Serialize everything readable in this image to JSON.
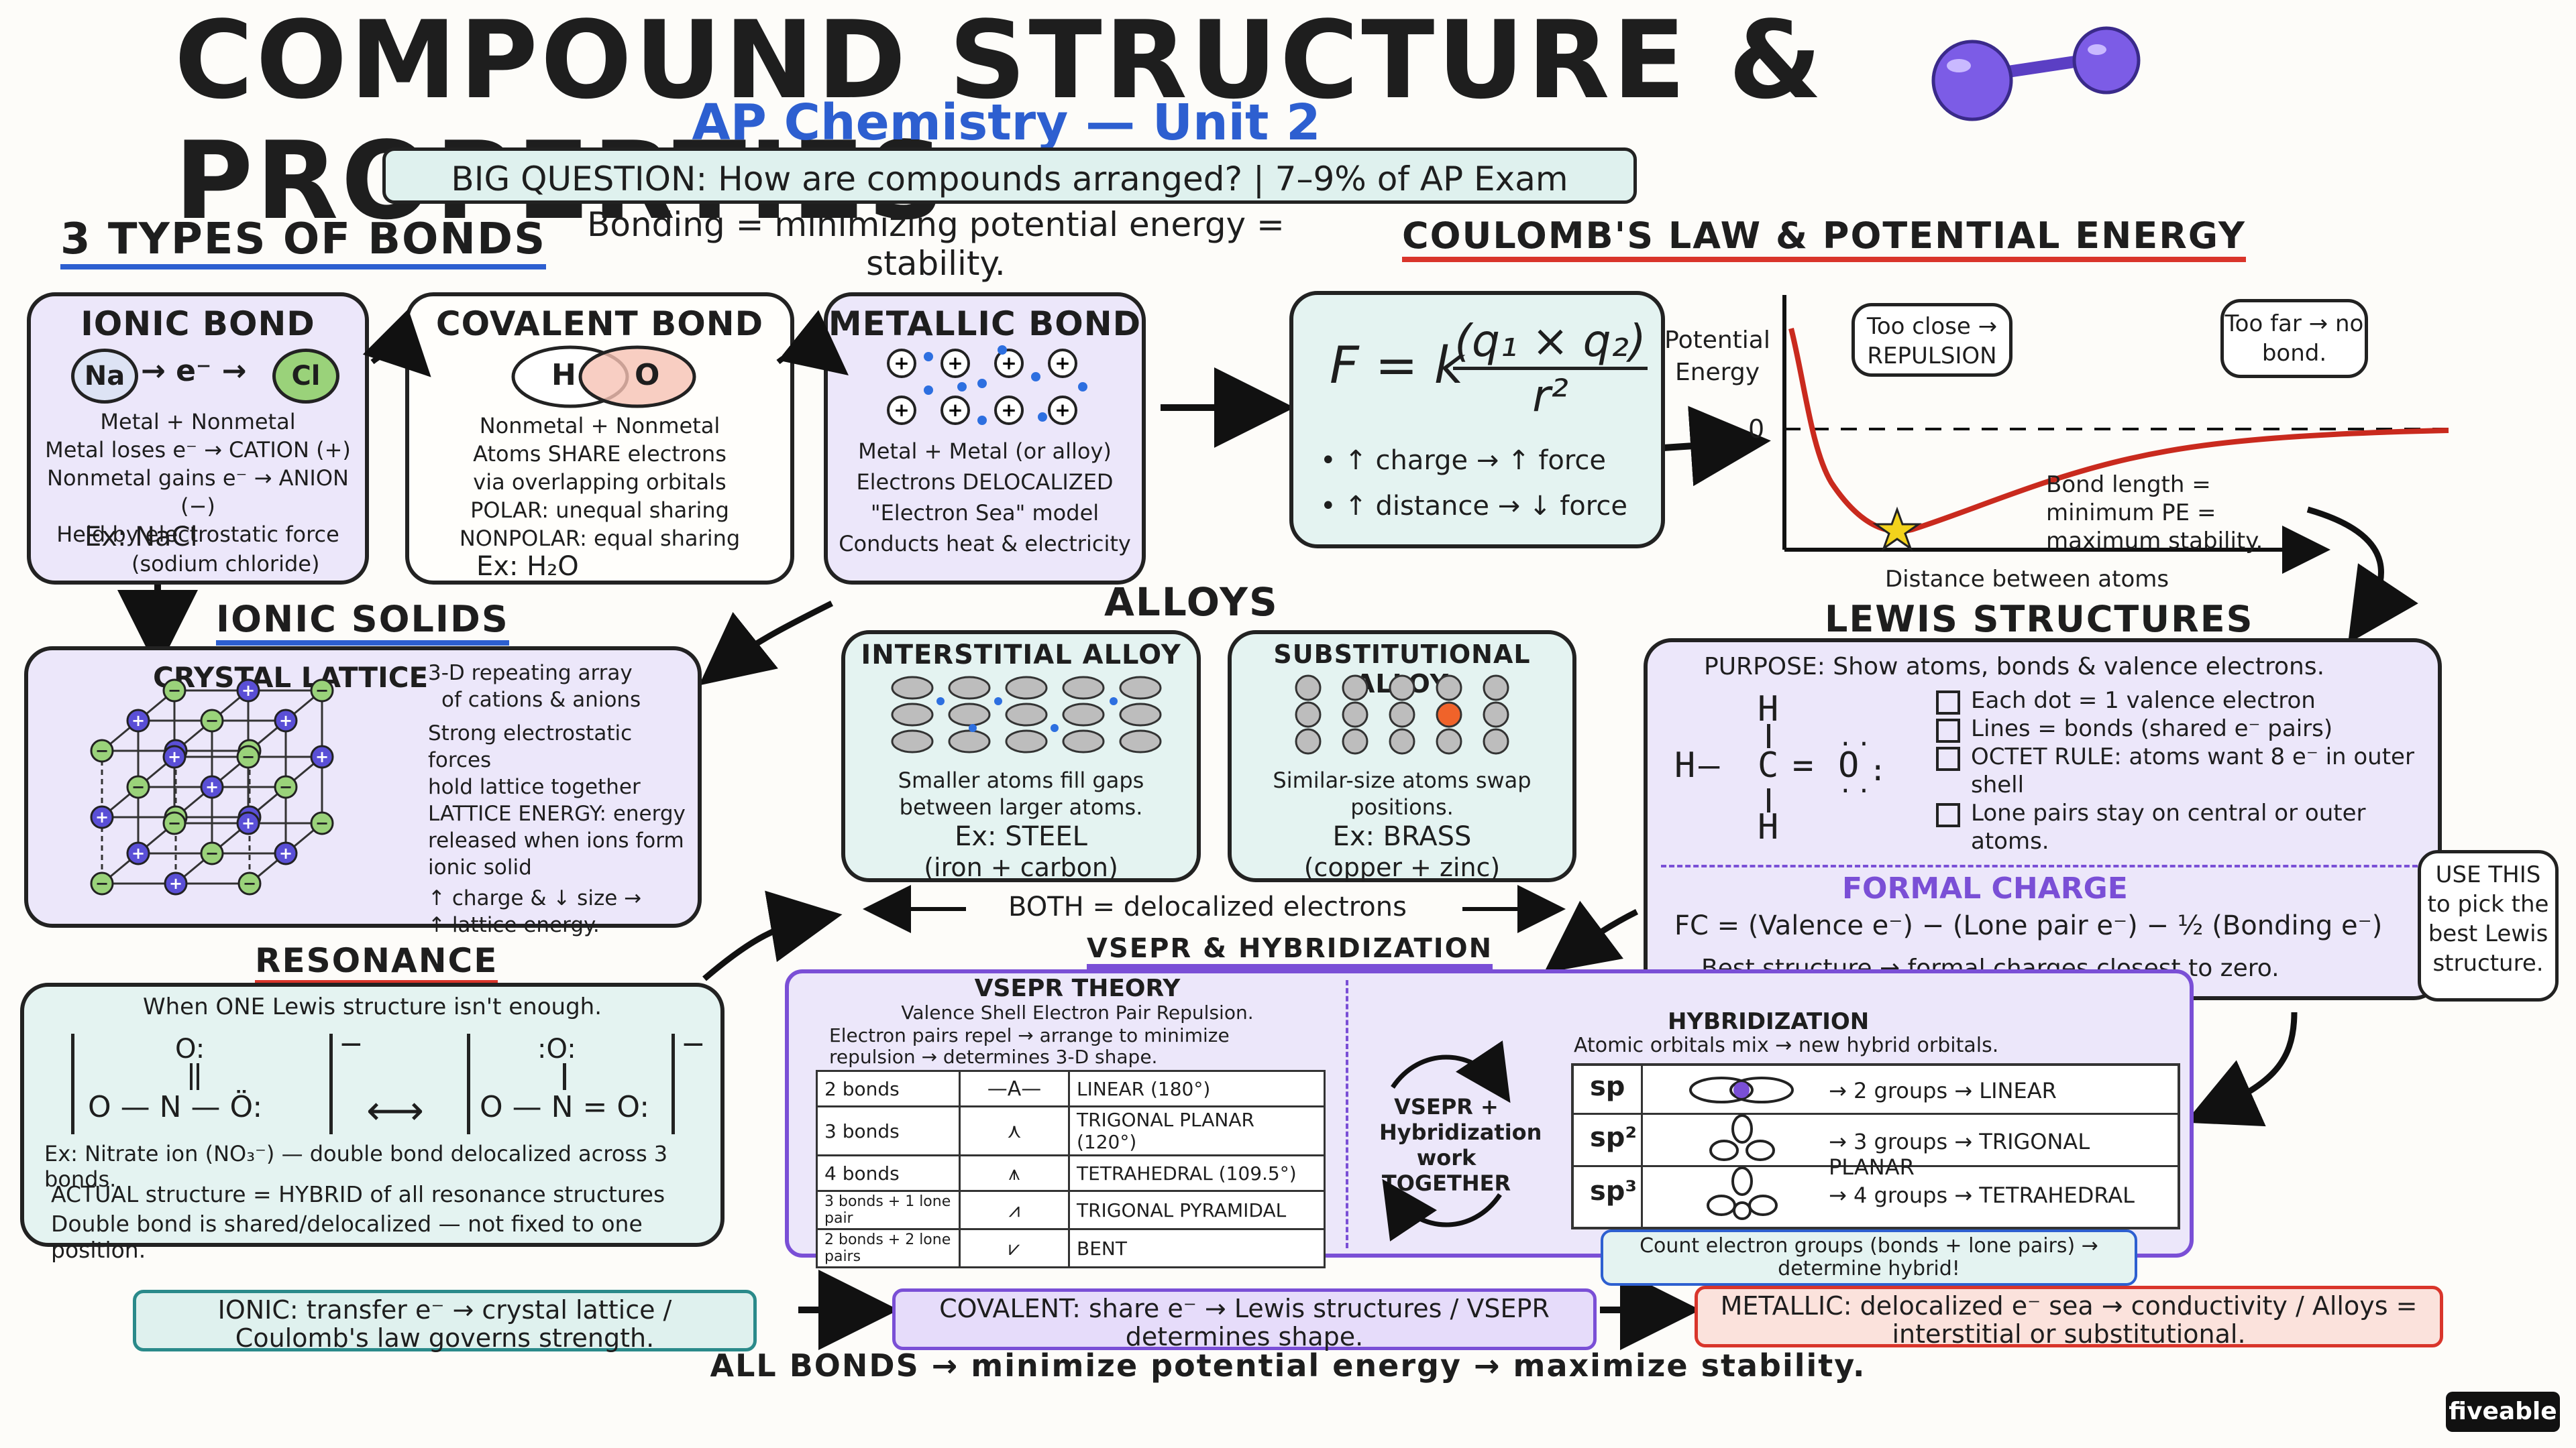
{
  "header": {
    "title": "COMPOUND STRUCTURE & PROPERTIES",
    "subtitle": "AP Chemistry — Unit 2",
    "big_question": "BIG QUESTION: How are compounds arranged?  |  7–9% of AP Exam",
    "tagline": "Bonding = minimizing potential energy = stability."
  },
  "bonds": {
    "heading": "3 TYPES OF BONDS",
    "ionic": {
      "title": "IONIC BOND",
      "atom1": "Na",
      "arrow": "→ e⁻ →",
      "atom2": "Cl",
      "lines": [
        "Metal + Nonmetal",
        "Metal loses e⁻ → CATION (+)",
        "Nonmetal gains e⁻ → ANION (−)",
        "Held by electrostatic force"
      ],
      "example": "Ex: NaCl",
      "example_note": "(sodium chloride)"
    },
    "covalent": {
      "title": "COVALENT BOND",
      "atom1": "H",
      "atom2": "O",
      "lines": [
        "Nonmetal + Nonmetal",
        "Atoms SHARE electrons",
        "via overlapping orbitals",
        "POLAR: unequal sharing",
        "NONPOLAR: equal sharing"
      ],
      "example": "Ex: H₂O"
    },
    "metallic": {
      "title": "METALLIC BOND",
      "lines": [
        "Metal + Metal (or alloy)",
        "Electrons DELOCALIZED",
        "\"Electron Sea\" model",
        "Conducts heat & electricity"
      ]
    }
  },
  "coulomb": {
    "heading": "COULOMB'S LAW & POTENTIAL ENERGY",
    "formula_lhs": "F = k",
    "formula_num": "(q₁ × q₂)",
    "formula_den": "r²",
    "bullets": [
      "• ↑ charge → ↑ force",
      "• ↑ distance → ↓ force"
    ],
    "ylabel": "Potential Energy",
    "zero": "0",
    "xlabel": "Distance between atoms",
    "bubble_close": "Too close → REPULSION",
    "bubble_far": "Too far → no bond.",
    "bond_length": "Bond length = minimum PE = maximum stability."
  },
  "ionic_solids": {
    "heading": "IONIC SOLIDS",
    "title": "CRYSTAL LATTICE",
    "lines": [
      "3-D repeating array",
      "of cations & anions",
      "Strong electrostatic forces",
      "hold lattice together",
      "LATTICE ENERGY: energy",
      "released when ions form",
      "ionic solid",
      "↑ charge & ↓ size →",
      "↑ lattice energy."
    ]
  },
  "alloys": {
    "heading": "ALLOYS",
    "interstitial": {
      "title": "INTERSTITIAL ALLOY",
      "lines": [
        "Smaller atoms fill gaps",
        "between larger atoms."
      ],
      "example": "Ex: STEEL",
      "example_note": "(iron + carbon)"
    },
    "substitutional": {
      "title": "SUBSTITUTIONAL ALLOY",
      "lines": [
        "Similar-size atoms swap",
        "positions."
      ],
      "example": "Ex: BRASS",
      "example_note": "(copper + zinc)"
    },
    "both": "BOTH = delocalized electrons"
  },
  "lewis": {
    "heading": "LEWIS STRUCTURES",
    "purpose": "PURPOSE: Show atoms, bonds & valence electrons.",
    "checks": [
      "Each dot = 1 valence electron",
      "Lines = bonds (shared e⁻ pairs)",
      "OCTET RULE: atoms want 8 e⁻ in outer shell",
      "Lone pairs stay on central or outer atoms."
    ],
    "molecule": {
      "h": "H",
      "c": "C",
      "o": "O",
      "bond_single": "—",
      "bond_double": "="
    },
    "fc_title": "FORMAL CHARGE",
    "fc_formula": "FC = (Valence e⁻) − (Lone pair e⁻) − ½ (Bonding e⁻)",
    "fc_note": "Best structure → formal charges closest to zero.",
    "use_this": "USE THIS to pick the best Lewis structure."
  },
  "resonance": {
    "heading": "RESONANCE",
    "intro": "When ONE Lewis structure isn't enough.",
    "s1_top": "O:",
    "s1_main": "O — N — Ö:",
    "s2_top": ":O:",
    "s2_main": "O — N = O:",
    "charge": "−",
    "ex": "Ex: Nitrate ion (NO₃⁻) — double bond delocalized across 3 bonds.",
    "actual": "ACTUAL structure = HYBRID of all resonance structures",
    "shared": "Double bond is shared/delocalized — not fixed to one position."
  },
  "vsepr": {
    "heading": "VSEPR & HYBRIDIZATION",
    "title": "VSEPR THEORY",
    "subtitle": "Valence Shell Electron Pair Repulsion.",
    "desc1": "Electron pairs repel → arrange to minimize",
    "desc2": "repulsion → determines 3-D shape.",
    "rows": [
      {
        "groups": "2 bonds",
        "shape": "LINEAR (180°)"
      },
      {
        "groups": "3 bonds",
        "shape": "TRIGONAL PLANAR (120°)"
      },
      {
        "groups": "4 bonds",
        "shape": "TETRAHEDRAL (109.5°)"
      },
      {
        "groups": "3 bonds + 1 lone pair",
        "shape": "TRIGONAL PYRAMIDAL"
      },
      {
        "groups": "2 bonds + 2 lone pairs",
        "shape": "BENT"
      }
    ],
    "together": "VSEPR + Hybridization work TOGETHER"
  },
  "hybrid": {
    "title": "HYBRIDIZATION",
    "desc": "Atomic orbitals mix → new hybrid orbitals.",
    "rows": [
      {
        "label": "sp",
        "result": "→ 2 groups → LINEAR"
      },
      {
        "label": "sp²",
        "result": "→ 3 groups → TRIGONAL PLANAR"
      },
      {
        "label": "sp³",
        "result": "→ 4 groups → TETRAHEDRAL"
      }
    ],
    "count": "Count electron groups (bonds + lone pairs) → determine hybrid!"
  },
  "summary": {
    "ionic": "IONIC: transfer e⁻ → crystal lattice / Coulomb's law governs strength.",
    "covalent": "COVALENT: share e⁻ → Lewis structures / VSEPR determines shape.",
    "metallic": "METALLIC: delocalized e⁻ sea → conductivity / Alloys = interstitial or substitutional.",
    "final": "ALL BONDS → minimize potential energy → maximize stability."
  },
  "brand": "fiveable",
  "colors": {
    "accent_purple": "#7a4fd6",
    "ionic_green": "#9ad27a",
    "anion_red": "#f2b3a6",
    "cation_blue": "#5a4fd6",
    "summary_teal": "#dff1ee",
    "summary_lav": "#e6dcfa",
    "summary_peach": "#fbe2dc",
    "curve_red": "#c92a1e"
  }
}
